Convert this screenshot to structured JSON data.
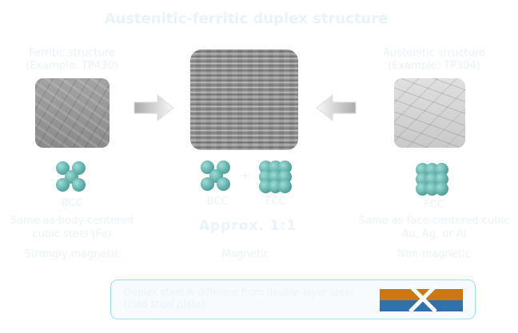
{
  "title": "Austenitic-ferritic duplex structure",
  "left": {
    "heading": "Ferritic structure",
    "example": "(Example: TP430)",
    "lattice": "BCC",
    "desc1": "Same as body-centered",
    "desc2": "cubic steel (Fe)",
    "magnetism": "Strongly magnetic"
  },
  "center": {
    "lattice_a": "BCC",
    "plus": "+",
    "lattice_b": "FCC",
    "ratio": "Approx. 1:1",
    "magnetism": "Magnetic"
  },
  "right": {
    "heading": "Austenitic structure",
    "example": "(Example: TP304)",
    "lattice": "FCC",
    "desc1": "Same as face-centered cubic",
    "desc2": "Au, Ag, or Al",
    "magnetism": "Non-magnetic"
  },
  "note": {
    "line1": "Duplex steel is different from double-layer steel",
    "line2": "(clad steel plate)."
  },
  "colors": {
    "text": "#e9f3fb",
    "atom": "#5aa9a4",
    "clad_top": "#cc7714",
    "clad_bottom": "#3171a7",
    "note_border": "#a9dcf2"
  }
}
